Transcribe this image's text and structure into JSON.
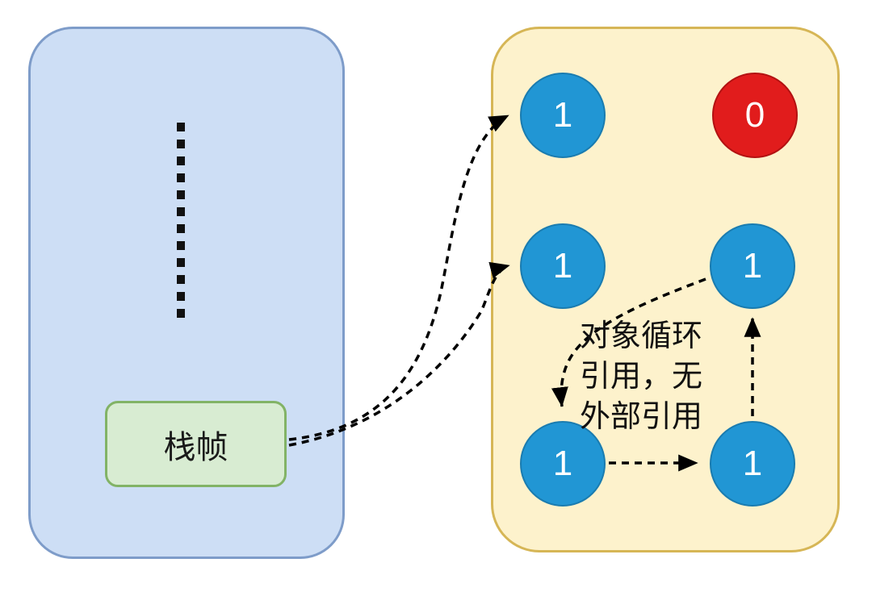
{
  "diagram": {
    "title_semantic": "object reference counting with circular reference",
    "stack": {
      "frame_label": "栈帧",
      "ellipsis_icon": "vertical-dotted-continuation"
    },
    "heap": {
      "annotation_line1": "对象循环",
      "annotation_line2": "引用，无",
      "annotation_line3": "外部引用",
      "objects": {
        "top_left": "1",
        "top_right": "0",
        "mid_left": "1",
        "mid_right": "1",
        "bottom_left": "1",
        "bottom_right": "1"
      }
    },
    "colors": {
      "stack_fill": "#cddef5",
      "stack_border": "#7e9cc9",
      "frame_fill": "#d8ecd2",
      "frame_border": "#82b366",
      "heap_fill": "#fdf2cc",
      "heap_border": "#d6b656",
      "object_blue": "#2196d4",
      "object_red": "#e11c1c",
      "arrow_color": "#000000"
    }
  }
}
